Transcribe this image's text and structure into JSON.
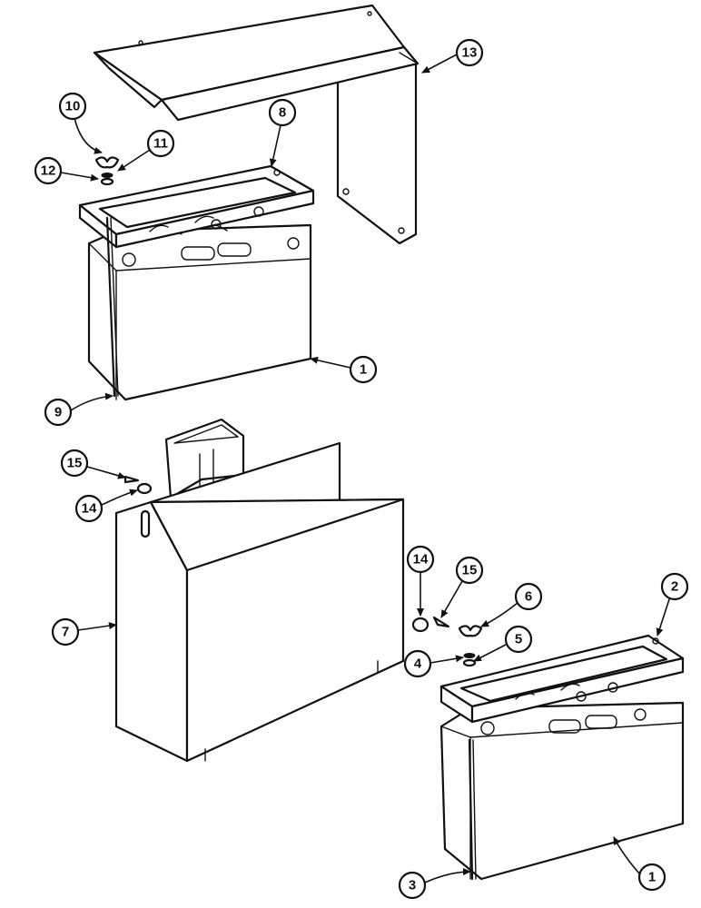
{
  "callouts": [
    {
      "id": "c13",
      "label": "13"
    },
    {
      "id": "c10",
      "label": "10"
    },
    {
      "id": "c8",
      "label": "8"
    },
    {
      "id": "c11",
      "label": "11"
    },
    {
      "id": "c12",
      "label": "12"
    },
    {
      "id": "c1a",
      "label": "1"
    },
    {
      "id": "c9",
      "label": "9"
    },
    {
      "id": "c15a",
      "label": "15"
    },
    {
      "id": "c14a",
      "label": "14"
    },
    {
      "id": "c7",
      "label": "7"
    },
    {
      "id": "c14b",
      "label": "14"
    },
    {
      "id": "c15b",
      "label": "15"
    },
    {
      "id": "c6",
      "label": "6"
    },
    {
      "id": "c2",
      "label": "2"
    },
    {
      "id": "c5",
      "label": "5"
    },
    {
      "id": "c4",
      "label": "4"
    },
    {
      "id": "c3",
      "label": "3"
    },
    {
      "id": "c1b",
      "label": "1"
    }
  ]
}
